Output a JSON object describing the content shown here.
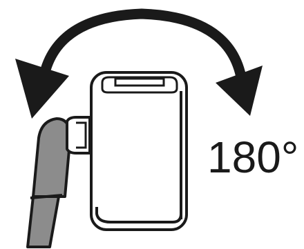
{
  "diagram": {
    "rotation_label": "180°",
    "colors": {
      "outline": "#1a1a1a",
      "arrow": "#1a1a1a",
      "cable": "#8c8c8c",
      "device_fill": "#ffffff",
      "background": "#ffffff"
    },
    "icons": {
      "rotation_arrow": "double-headed-curved-arrow",
      "device": "flip-device-body",
      "cable": "cable-with-connector"
    }
  }
}
